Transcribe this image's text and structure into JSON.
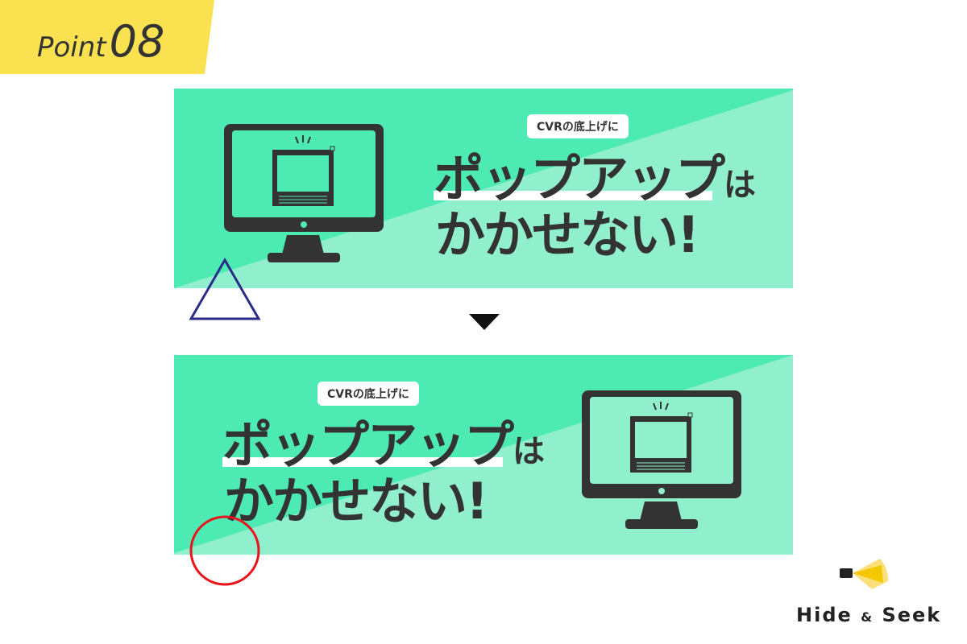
{
  "badge": {
    "word": "Point",
    "number": "08"
  },
  "banner_before": {
    "pill": "CVRの底上げに",
    "line1": "ポップアップ",
    "line1_suffix": "は",
    "line2": "かかせない!"
  },
  "banner_after": {
    "pill": "CVRの底上げに",
    "line1": "ポップアップ",
    "line1_suffix": "は",
    "line2": "かかせない!"
  },
  "logo": {
    "text_left": "Hide",
    "amp": "&",
    "text_right": "Seek"
  },
  "colors": {
    "green_dark": "#4eeab4",
    "green_light": "#90efcc",
    "yellow": "#f9e14f",
    "triangle": "#2b2b8a",
    "circle": "#e8141c"
  }
}
